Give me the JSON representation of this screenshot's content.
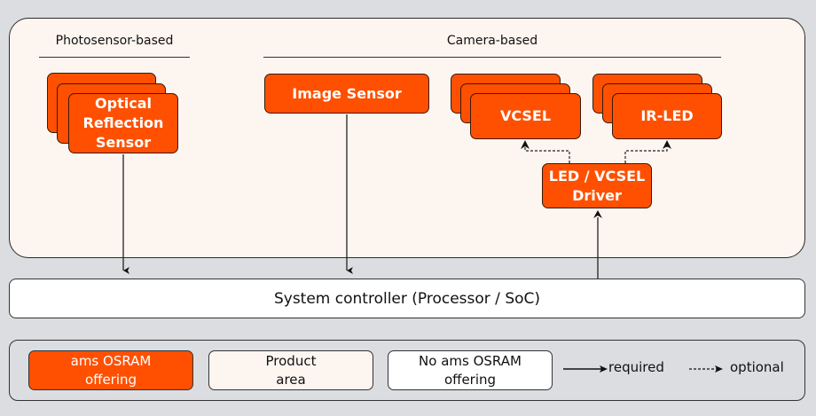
{
  "colors": {
    "ams_osram_offering": "#fe5000",
    "product_area": "#fdf5f0",
    "no_offering": "#ffffff",
    "background": "#dcdde0"
  },
  "groups": {
    "photosensor": {
      "title": "Photosensor-based"
    },
    "camera": {
      "title": "Camera-based"
    }
  },
  "components": {
    "optical_reflection_sensor": {
      "label_lines": [
        "Optical",
        "Reflection",
        "Sensor"
      ],
      "stacked": true
    },
    "image_sensor": {
      "label": "Image Sensor",
      "stacked": false
    },
    "vcsel": {
      "label": "VCSEL",
      "stacked": true
    },
    "ir_led": {
      "label": "IR-LED",
      "stacked": true
    },
    "led_vcsel_driver": {
      "label_lines": [
        "LED / VCSEL",
        "Driver"
      ],
      "stacked": false
    }
  },
  "system_controller": {
    "label": "System controller (Processor / SoC)"
  },
  "connections": [
    {
      "from": "Optical Reflection Sensor",
      "to": "System controller",
      "type": "required"
    },
    {
      "from": "Image Sensor",
      "to": "System controller",
      "type": "required"
    },
    {
      "from": "System controller",
      "to": "LED / VCSEL Driver",
      "type": "required"
    },
    {
      "from": "LED / VCSEL Driver",
      "to": "VCSEL",
      "type": "optional"
    },
    {
      "from": "LED / VCSEL Driver",
      "to": "IR-LED",
      "type": "optional"
    }
  ],
  "legend": {
    "ams_offering": [
      "ams OSRAM",
      "offering"
    ],
    "product_area": [
      "Product",
      "area"
    ],
    "no_offering": [
      "No ams OSRAM",
      "offering"
    ],
    "required": "required",
    "optional": "optional"
  }
}
